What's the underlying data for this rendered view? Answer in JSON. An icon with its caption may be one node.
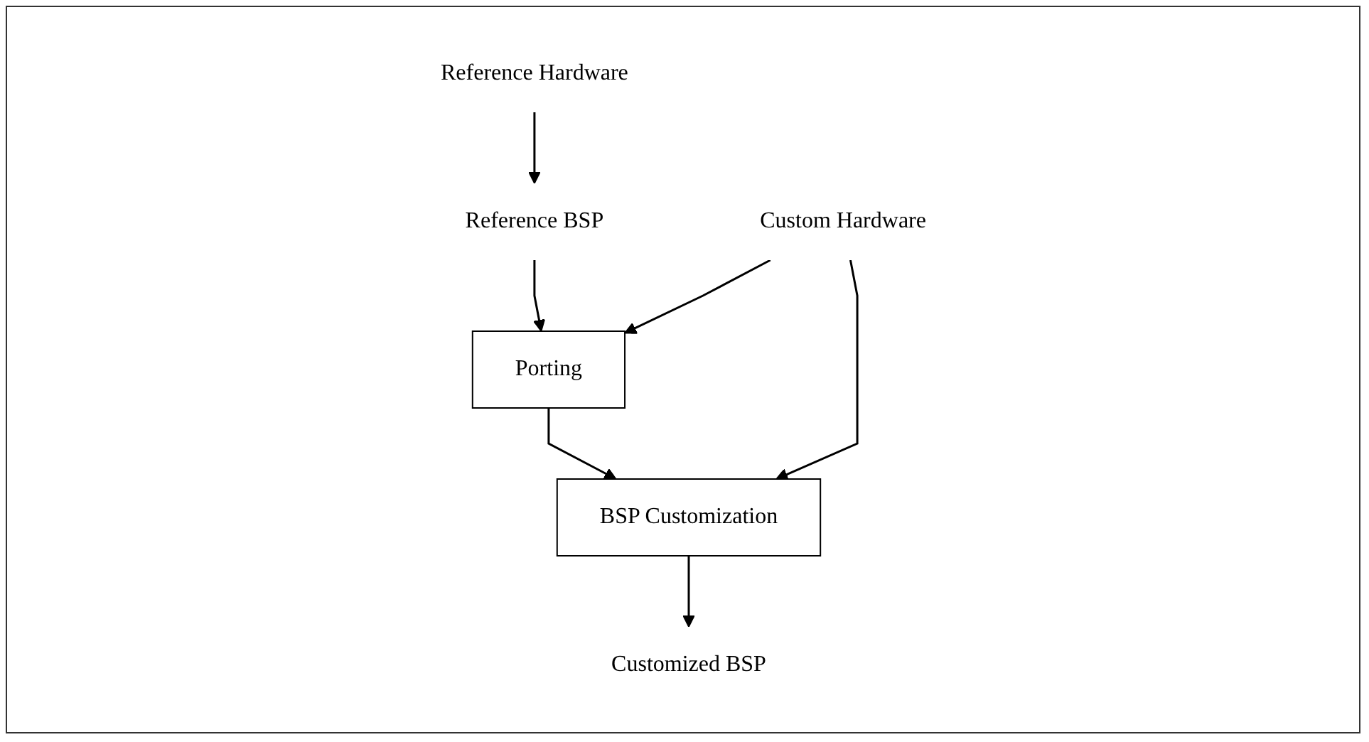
{
  "diagram": {
    "nodes": [
      {
        "text": [
          "Reference Hardware"
        ]
      },
      {
        "text": [
          "Reference BSP"
        ]
      },
      {
        "text": [
          "Custom Hardware"
        ]
      },
      {
        "text": [
          "Porting"
        ]
      },
      {
        "text": [
          "BSP Customization"
        ]
      },
      {
        "text": [
          "Customized BSP"
        ]
      }
    ],
    "edges": [
      {
        "from": 0,
        "to": 1,
        "arrow": "to"
      },
      {
        "from": 1,
        "to": 3,
        "arrow": "to"
      },
      {
        "from": 2,
        "to": 3,
        "arrow": "to"
      },
      {
        "from": 2,
        "to": 4,
        "arrow": "to"
      },
      {
        "from": 3,
        "to": 4,
        "arrow": "to"
      },
      {
        "from": 4,
        "to": 5,
        "arrow": "to"
      }
    ]
  }
}
